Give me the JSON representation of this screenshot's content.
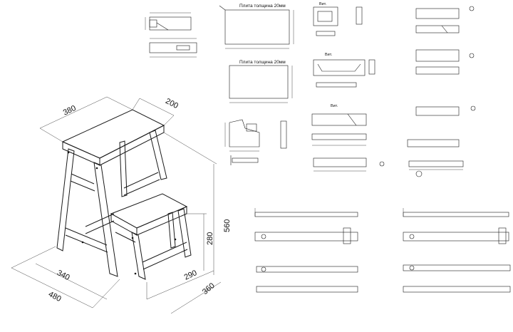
{
  "main_dims": {
    "top_width": "380",
    "top_depth": "200",
    "total_height": "560",
    "step_height": "280",
    "base_depth": "340",
    "base_width": "480",
    "step_depth": "290",
    "step_width": "360"
  },
  "plate_labels": {
    "plate_a": "Плита толщина 20мм",
    "plate_b": "Плита толщина 20мм"
  },
  "view_labels": {
    "view_1": "Вит.",
    "view_2": "Вит.",
    "view_3": "Вит."
  }
}
